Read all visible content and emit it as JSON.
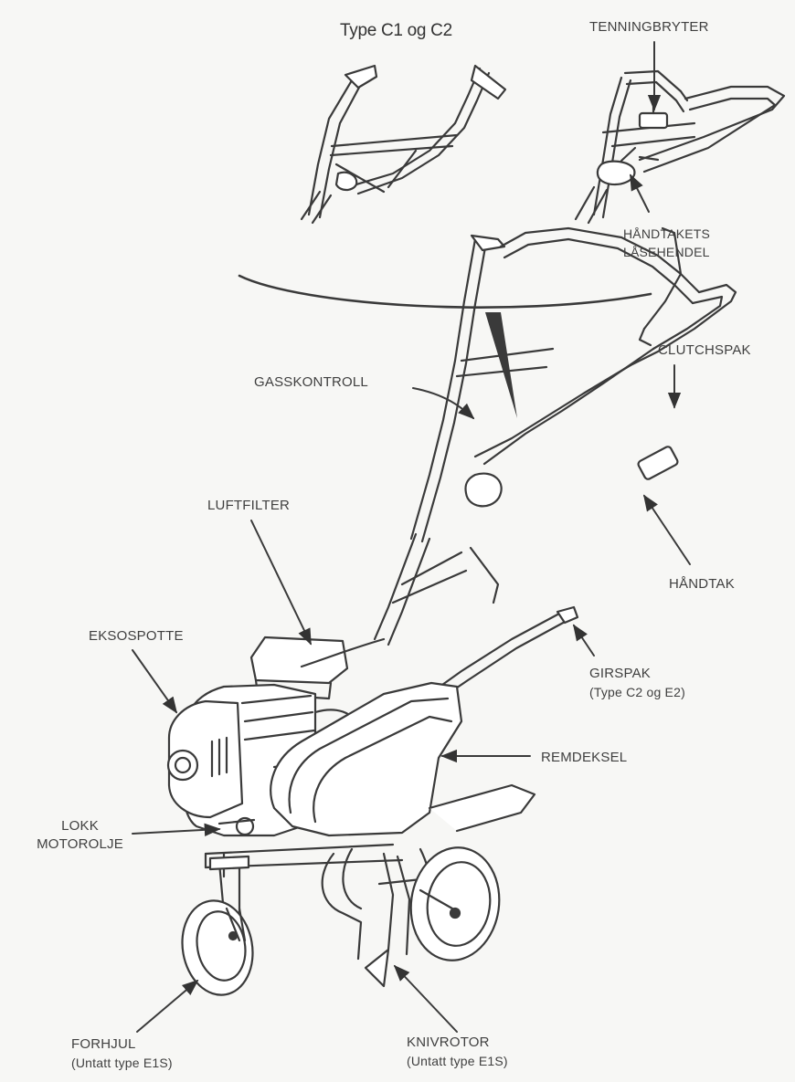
{
  "title": "Type C1 og C2",
  "labels": {
    "tenningsbryter": "TENNINGBRYTER",
    "handtaket_line1": "HÅNDTAKETS",
    "handtaket_line2": "LÅSEHENDEL",
    "clutchspak": "CLUTCHSPAK",
    "gasskontroll": "GASSKONTROLL",
    "luftfilter": "LUFTFILTER",
    "handtak": "HÅNDTAK",
    "eksospotte": "EKSOSPOTTE",
    "girspak": "GIRSPAK",
    "girspak_note": "(Type C2 og E2)",
    "remdeksel": "REMDEKSEL",
    "lokk_line1": "LOKK",
    "lokk_line2": "MOTOROLJE",
    "forhjul": "FORHJUL",
    "forhjul_note": "(Untatt type E1S)",
    "knivrotor": "KNIVROTOR",
    "knivrotor_note": "(Untatt type E1S)"
  }
}
